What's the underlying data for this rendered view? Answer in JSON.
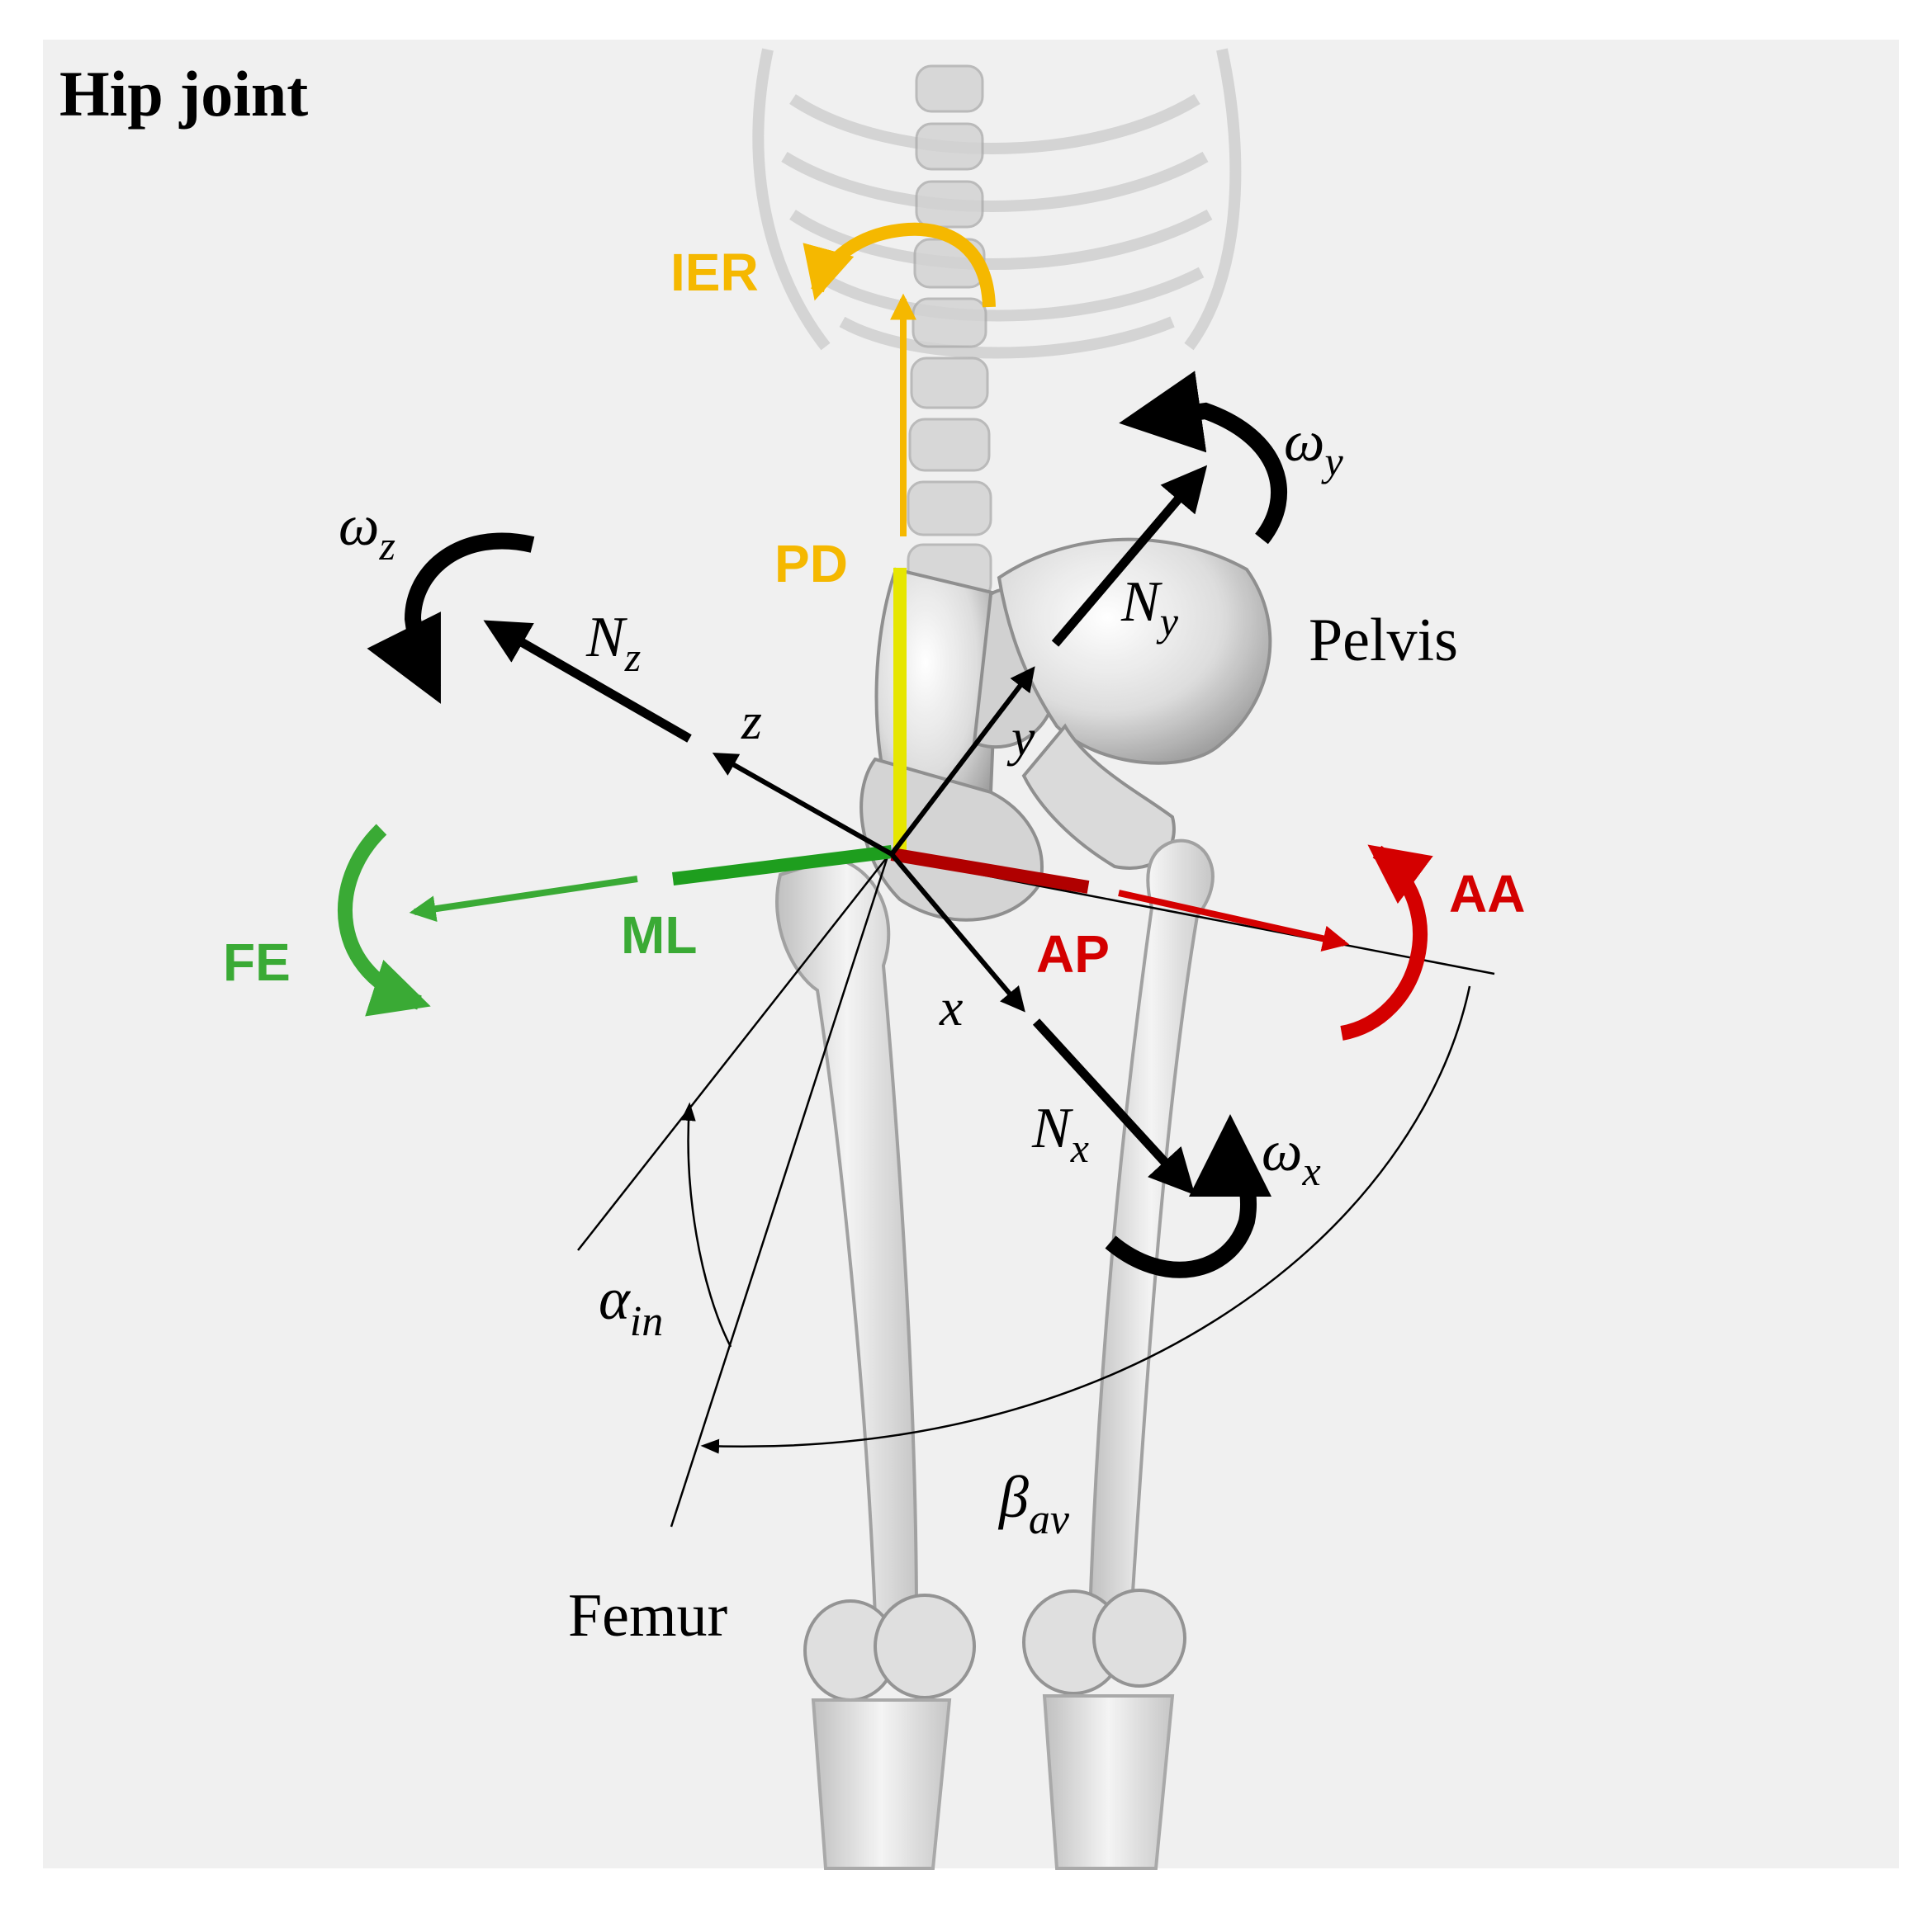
{
  "title": "Hip joint",
  "labels": {
    "pelvis": "Pelvis",
    "femur": "Femur"
  },
  "translations": {
    "pd": "PD",
    "ml": "ML",
    "ap": "AP"
  },
  "rotations": {
    "ier": "IER",
    "fe": "FE",
    "aa": "AA"
  },
  "axes": {
    "x": "x",
    "y": "y",
    "z": "z"
  },
  "forces": {
    "nx_base": "N",
    "nx_sub": "x",
    "ny_base": "N",
    "ny_sub": "y",
    "nz_base": "N",
    "nz_sub": "z"
  },
  "angular": {
    "wx_base": "ω",
    "wx_sub": "x",
    "wy_base": "ω",
    "wy_sub": "y",
    "wz_base": "ω",
    "wz_sub": "z"
  },
  "angles": {
    "alpha_base": "α",
    "alpha_sub": "in",
    "beta_base": "β",
    "beta_sub": "av"
  },
  "colors": {
    "background": "#f0f0f0",
    "pd_yellow": "#f5b800",
    "pd_axis_yellow": "#e6e600",
    "ml_green": "#3aaa35",
    "ml_axis_green": "#1e9e1e",
    "ap_red": "#d40000",
    "black": "#000000",
    "bone": "#d9d9d9"
  }
}
